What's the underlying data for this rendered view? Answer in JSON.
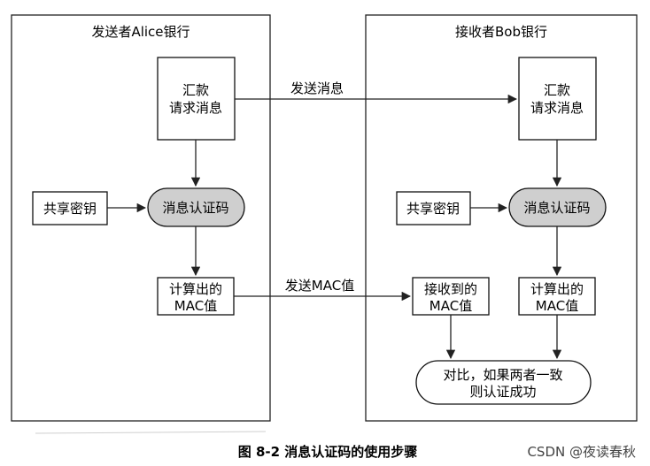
{
  "sender": {
    "title": "发送者Alice银行",
    "request_lines": [
      "汇款",
      "请求消息"
    ],
    "shared_key": "共享密钥",
    "mac_node": "消息认证码",
    "computed_mac_lines": [
      "计算出的",
      "MAC值"
    ]
  },
  "receiver": {
    "title": "接收者Bob银行",
    "request_lines": [
      "汇款",
      "请求消息"
    ],
    "shared_key": "共享密钥",
    "mac_node": "消息认证码",
    "received_mac_lines": [
      "接收到的",
      "MAC值"
    ],
    "computed_mac_lines": [
      "计算出的",
      "MAC值"
    ],
    "compare_lines": [
      "对比，如果两者一致",
      "则认证成功"
    ]
  },
  "edges": {
    "send_message": "发送消息",
    "send_mac": "发送MAC值"
  },
  "caption": "图 8-2   消息认证码的使用步骤",
  "watermark": "CSDN @夜读春秋"
}
